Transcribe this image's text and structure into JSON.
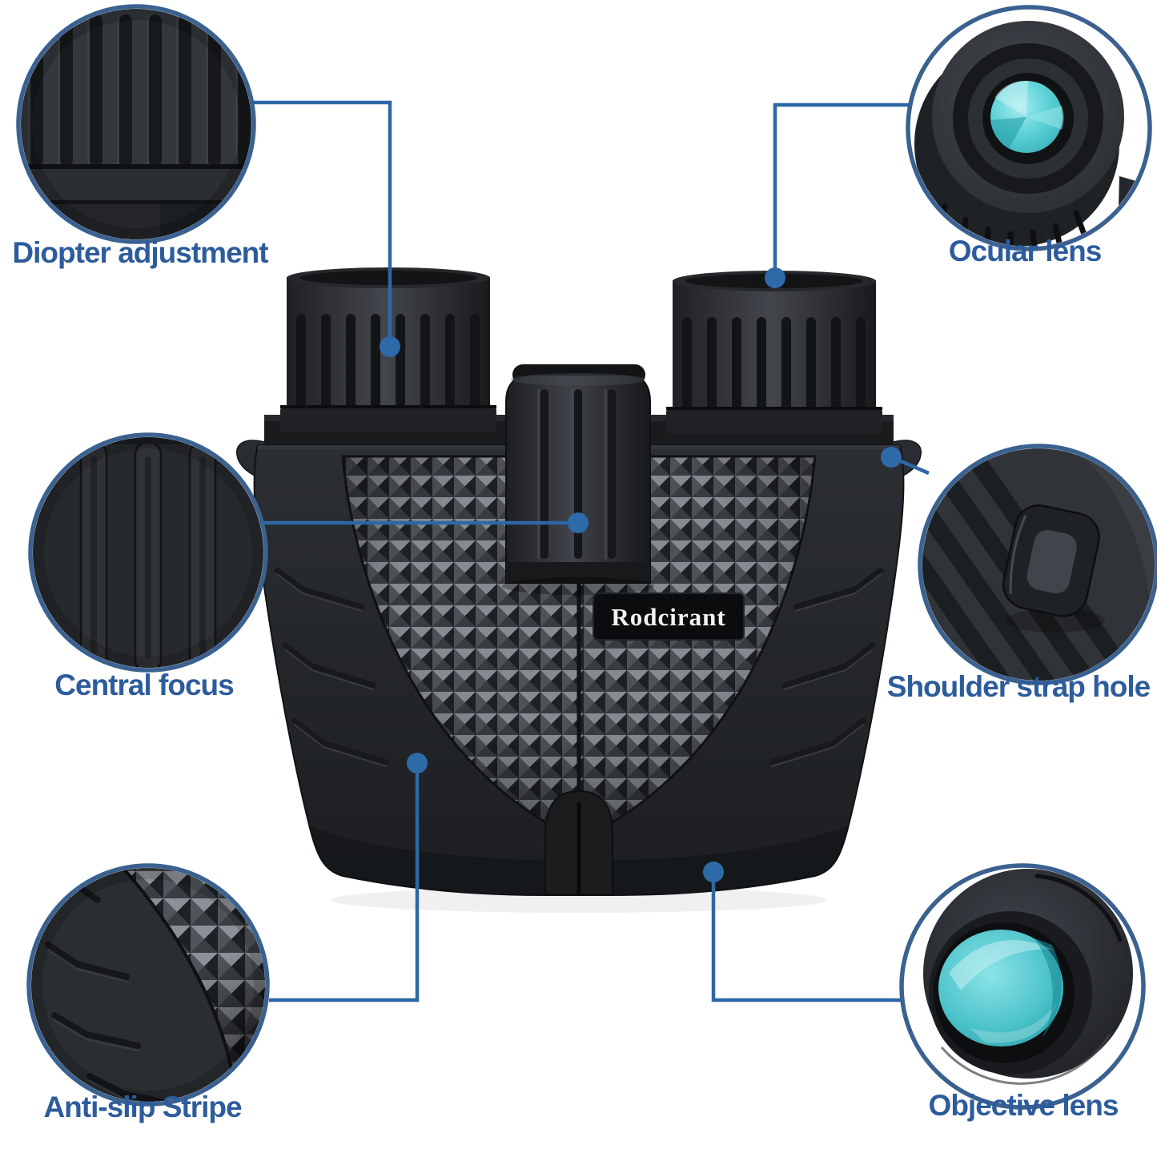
{
  "product": {
    "brand": "Rodcirant"
  },
  "callouts": [
    {
      "id": "diopter-adjustment",
      "label": "Diopter adjustment",
      "position": "top-left"
    },
    {
      "id": "ocular-lens",
      "label": "Ocular lens",
      "position": "top-right"
    },
    {
      "id": "central-focus",
      "label": "Central focus",
      "position": "middle-left"
    },
    {
      "id": "shoulder-strap-hole",
      "label": "Shoulder strap hole",
      "position": "middle-right"
    },
    {
      "id": "anti-slip-stripe",
      "label": "Anti-slip Stripe",
      "position": "bottom-left"
    },
    {
      "id": "objective-lens",
      "label": "Objective lens",
      "position": "bottom-right"
    }
  ],
  "colors": {
    "label_text": "#2d5c9c",
    "callout_ring": "#3a618f",
    "connector_line": "#2e67a6",
    "anchor_dot": "#2e6aa8",
    "lens_glass": "#4cc3ca",
    "body": "#232528",
    "background": "#ffffff"
  }
}
